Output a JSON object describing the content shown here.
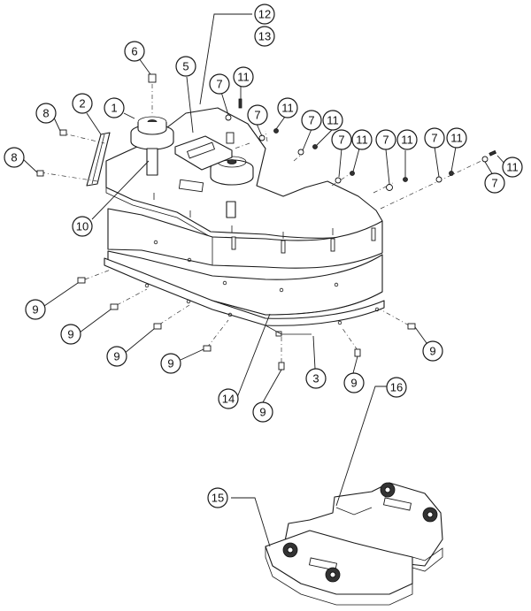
{
  "diagram": {
    "type": "exploded parts assembly drawing",
    "callouts": [
      "1",
      "2",
      "3",
      "5",
      "6",
      "7",
      "8",
      "9",
      "10",
      "11",
      "12",
      "13",
      "14",
      "15",
      "16"
    ]
  }
}
